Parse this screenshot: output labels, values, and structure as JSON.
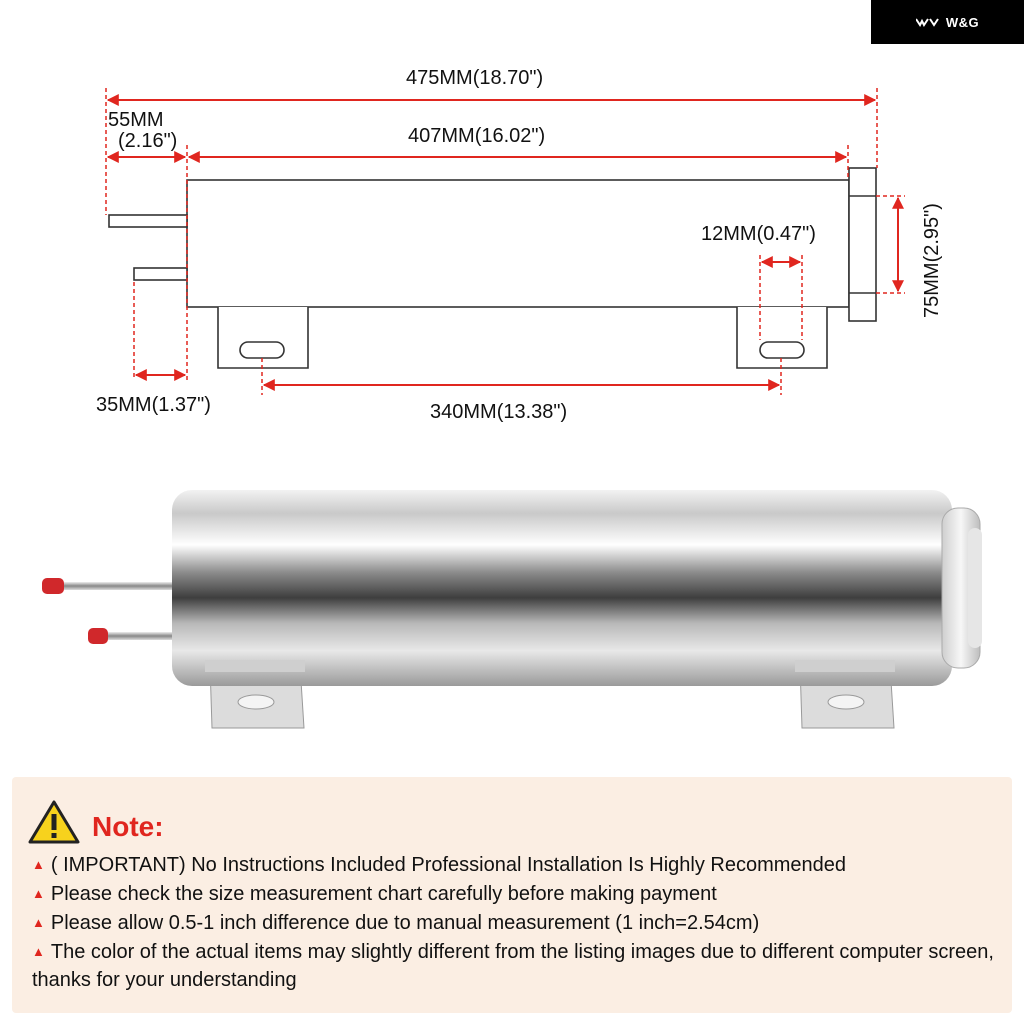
{
  "brand": {
    "name": "W&G"
  },
  "dimensions": {
    "overall_length": "475MM(18.70\")",
    "inlet_offset_top": "55MM",
    "inlet_offset_bottom": "(2.16\")",
    "body_length": "407MM(16.02\")",
    "diameter": "75MM(2.95\")",
    "slot_width": "12MM(0.47\")",
    "pipe_spacing": "35MM(1.37\")",
    "mount_spacing": "340MM(13.38\")"
  },
  "note": {
    "title": "Note:",
    "items": [
      "( IMPORTANT) No Instructions Included Professional Installation Is Highly Recommended",
      "Please check the size measurement chart carefully before making payment",
      "Please allow 0.5-1 inch difference due to manual measurement (1 inch=2.54cm)",
      "The color of the actual items may slightly different from the listing images due to different computer screen, thanks for your understanding"
    ]
  },
  "colors": {
    "accent": "#e0261f",
    "note_bg": "#fbeee3",
    "dimension_line": "#e0261f"
  }
}
